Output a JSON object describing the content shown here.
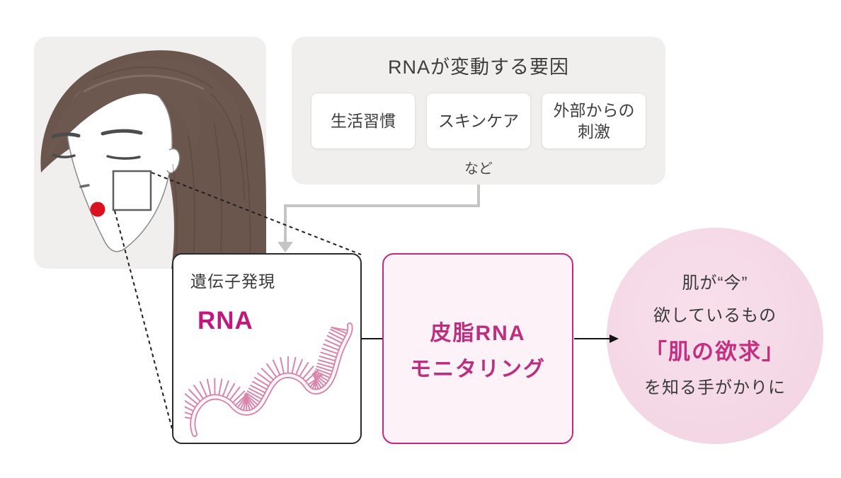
{
  "diagram": {
    "factors": {
      "title": "RNAが変動する要因",
      "boxes": [
        {
          "lines": [
            "生活習慣"
          ]
        },
        {
          "lines": [
            "スキンケア"
          ]
        },
        {
          "lines": [
            "外部からの",
            "刺激"
          ]
        }
      ],
      "etc": "など"
    },
    "gene_box": {
      "label": "遺伝子発現",
      "molecule": "RNA"
    },
    "monitor_box": {
      "lines": [
        "皮脂RNA",
        "モニタリング"
      ]
    },
    "result_circle": {
      "lines": [
        "肌が“今”",
        "欲しているもの",
        "「肌の欲求」",
        "を知る手がかりに"
      ],
      "highlighted_line": "「肌の欲求」"
    },
    "colors": {
      "accent_magenta": "#c2187d",
      "monitor_border": "#c6287f",
      "monitor_bg": "#fdf2f7",
      "panel_gray": "#f0efed",
      "circle_pink": "#f4d7e5",
      "strand_pink": "#d77fa8",
      "sample_dot_red": "#d8121f",
      "connector_gray": "#c7c5c3",
      "text_dark": "#3d3d3d"
    }
  }
}
